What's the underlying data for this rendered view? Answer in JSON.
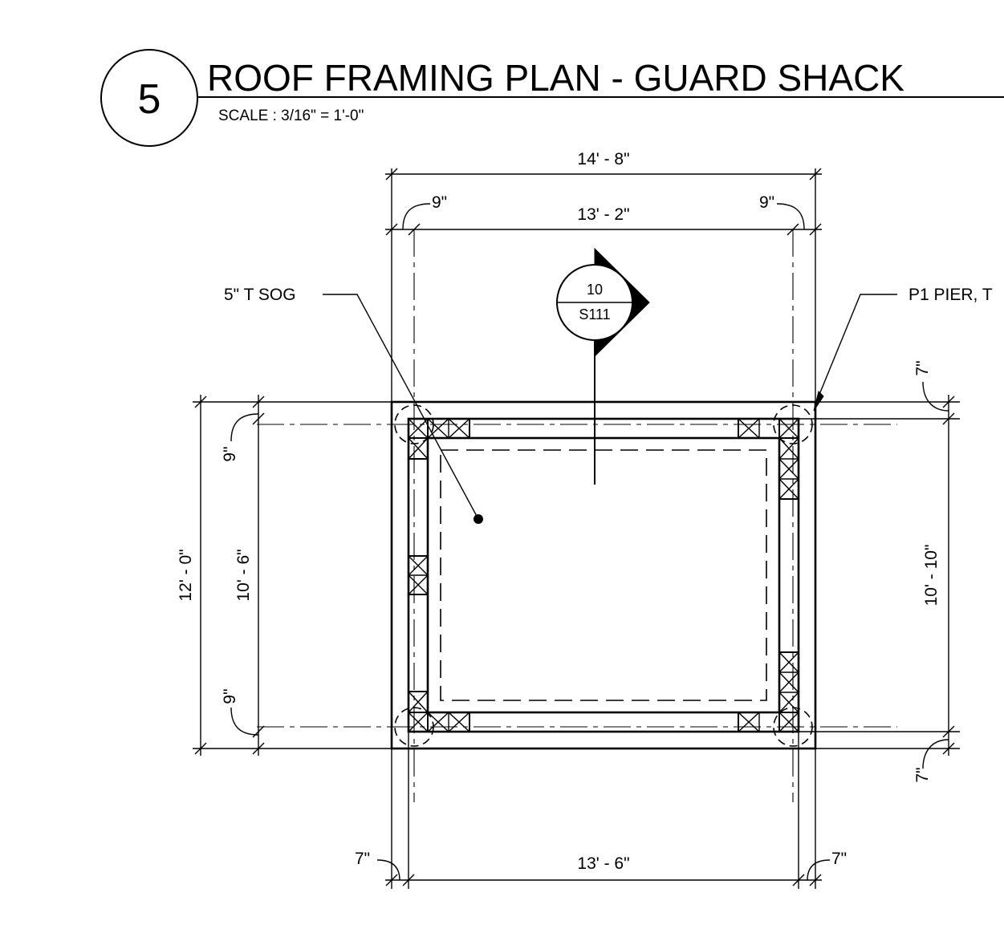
{
  "title_block": {
    "detail_number": "5",
    "title": "ROOF FRAMING PLAN - GUARD SHACK",
    "scale": "SCALE  :  3/16\" = 1'-0\""
  },
  "section_marker": {
    "number": "10",
    "sheet": "S111"
  },
  "notes": {
    "slab": "5\" T SOG",
    "pier": "P1 PIER, T"
  },
  "dimensions": {
    "top_overall": "14' - 8\"",
    "top_inner": "13' - 2\"",
    "top_left_offset": "9\"",
    "top_right_offset": "9\"",
    "left_overall": "12' - 0\"",
    "left_inner": "10' - 6\"",
    "left_top_offset": "9\"",
    "left_bottom_offset": "9\"",
    "right_inner": "10' - 10\"",
    "right_top_offset": "7\"",
    "right_bottom_offset": "7\"",
    "bottom_inner": "13' - 6\"",
    "bottom_left_offset": "7\"",
    "bottom_right_offset": "7\""
  }
}
